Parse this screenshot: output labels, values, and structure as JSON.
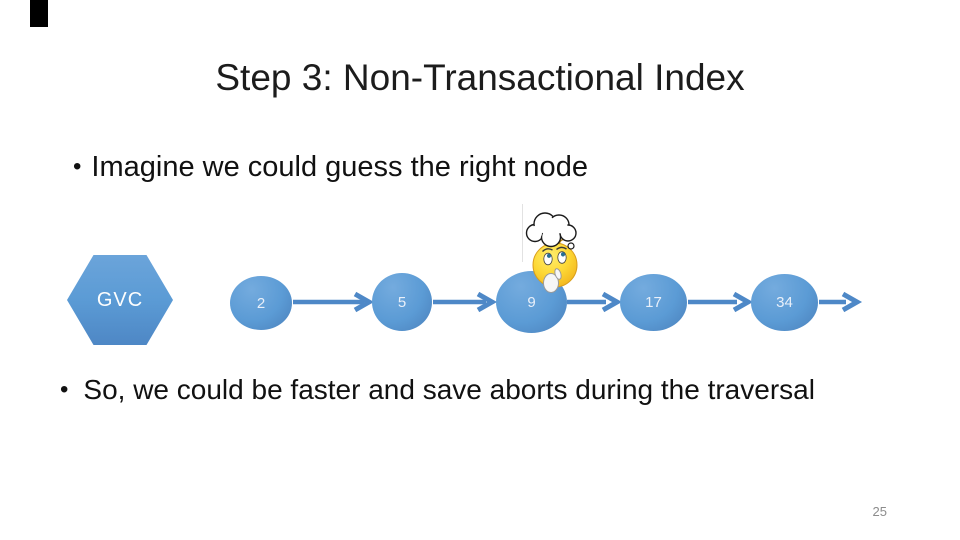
{
  "slide": {
    "title": "Step 3: Non-Transactional Index",
    "bullets": [
      {
        "glyph": "•",
        "text": "Imagine we could guess the right node"
      },
      {
        "glyph": "•",
        "text": "So, we could be faster and save aborts during the traversal"
      }
    ],
    "page_number": "25"
  },
  "diagram": {
    "root": {
      "label": "GVC"
    },
    "nodes": [
      {
        "label": "2"
      },
      {
        "label": "5"
      },
      {
        "label": "9"
      },
      {
        "label": "17"
      },
      {
        "label": "34"
      }
    ],
    "emoji": "thinking-smiley-with-thought-cloud",
    "colors": {
      "node_fill": "#5b9bd5",
      "node_fill_shadow": "#4a7fba",
      "arrow": "#4e88c7",
      "node_label": "#e9f0fa"
    }
  }
}
